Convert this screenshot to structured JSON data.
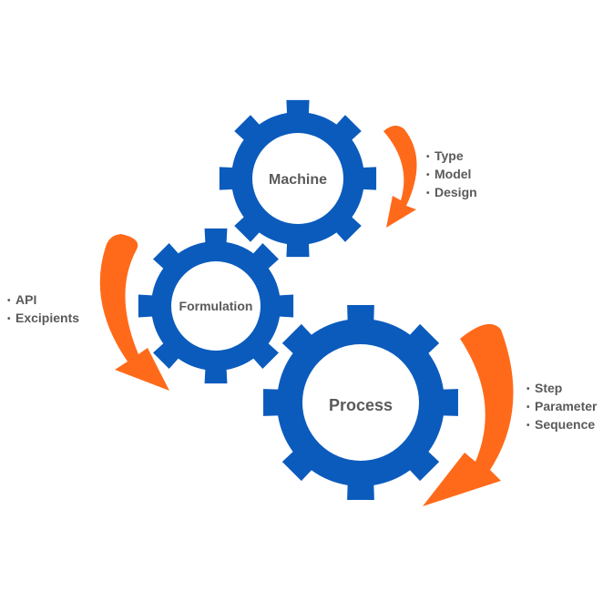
{
  "diagram": {
    "gears": [
      {
        "id": "machine",
        "label": "Machine"
      },
      {
        "id": "formulation",
        "label": "Formulation"
      },
      {
        "id": "process",
        "label": "Process"
      }
    ],
    "lists": {
      "machine": [
        "Type",
        "Model",
        "Design"
      ],
      "formulation": [
        "API",
        "Excipients"
      ],
      "process": [
        "Step",
        "Parameter",
        "Sequence"
      ]
    },
    "colors": {
      "gear": "#0b5bbd",
      "arrow": "#ff6a1a",
      "text": "#5a5a5a"
    }
  }
}
